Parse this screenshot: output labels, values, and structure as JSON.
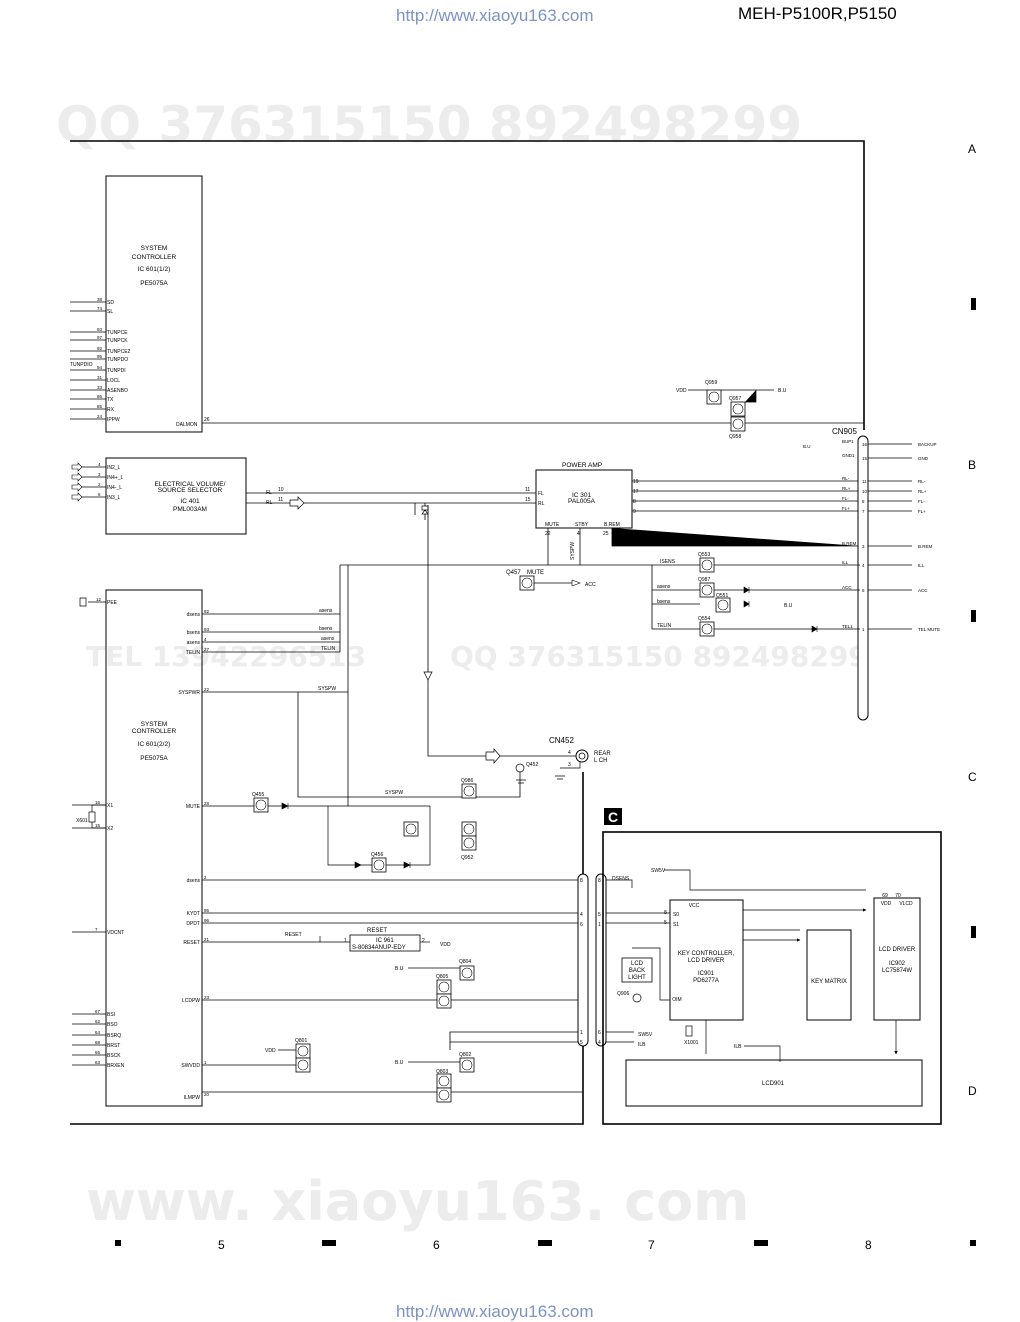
{
  "header": {
    "url_top": "http://www.xiaoyu163.com",
    "url_bottom": "http://www.xiaoyu163.com",
    "model": "MEH-P5100R,P5150"
  },
  "watermarks": {
    "qq": "QQ 376315150   892498299",
    "tel_mid": "TEL 13942296513",
    "qq_mid": "QQ 376315150  892498299",
    "web": "www. xiaoyu163. com"
  },
  "grid": {
    "letters": [
      "A",
      "B",
      "C",
      "D"
    ],
    "numbers": [
      "5",
      "6",
      "7",
      "8"
    ]
  },
  "ic601_1": {
    "l1": "SYSTEM",
    "l2": "CONTROLLER",
    "l3": "IC 601(1/2)",
    "l4": "PE5075A"
  },
  "ic601_1_pins": [
    {
      "n": "38",
      "s": "SD"
    },
    {
      "n": "74",
      "s": "SL"
    },
    {
      "n": "93",
      "s": "TUNPCE"
    },
    {
      "n": "97",
      "s": "TUNPCK"
    },
    {
      "n": "92",
      "s": "TUNPCE2"
    },
    {
      "n": "95",
      "s": "TUNPDO"
    },
    {
      "n": "94",
      "s": "TUNPDI"
    },
    {
      "n": "31",
      "s": "LOCL"
    },
    {
      "n": "33",
      "s": "ASENBO"
    },
    {
      "n": "86",
      "s": "TX"
    },
    {
      "n": "85",
      "s": "RX"
    },
    {
      "n": "24",
      "s": "IPPW"
    }
  ],
  "tunpdio": "TUNPDIO",
  "dalmon": {
    "pin": "26",
    "label": "DALMON"
  },
  "ic401": {
    "l1": "ELECTRICAL VOLUME/",
    "l2": "SOURCE SELECTOR",
    "l3": "IC 401",
    "l4": "PML003AM"
  },
  "ic401_pins": [
    {
      "n": "4",
      "s": "IN2_L"
    },
    {
      "n": "3",
      "s": "IN4+_L"
    },
    {
      "n": "2",
      "s": "IN4-_L"
    },
    {
      "n": "6",
      "s": "IN3_L"
    }
  ],
  "ic401_out": [
    {
      "n": "10",
      "s": "FL"
    },
    {
      "n": "11",
      "s": "RL"
    }
  ],
  "power_amp": {
    "title": "POWER AMP",
    "l1": "IC 301",
    "l2": "PAL005A",
    "fl": "FL",
    "rl": "RL",
    "in_fl": "11",
    "in_rl": "15",
    "mute": "MUTE",
    "stby": "STBY",
    "brem": "B.REM",
    "p22": "22",
    "p4": "4",
    "p25": "25"
  },
  "pa_out_pins": [
    "19",
    "17",
    "8",
    "9"
  ],
  "cn905": {
    "title": "CN905",
    "rows": [
      {
        "n": "16",
        "in": "BUP1",
        "out": "BACKUP"
      },
      {
        "n": "15",
        "in": "GND1",
        "out": "GND"
      },
      {
        "n": "11",
        "in": "RL-",
        "out": "RL-"
      },
      {
        "n": "10",
        "in": "RL+",
        "out": "RL+"
      },
      {
        "n": "8",
        "in": "FL-",
        "out": "FL-"
      },
      {
        "n": "7",
        "in": "FL+",
        "out": "FL+"
      },
      {
        "n": "3",
        "in": "B.REM",
        "out": "B.REM"
      },
      {
        "n": "4",
        "in": "ILL",
        "out": "ILL"
      },
      {
        "n": "5",
        "in": "ACC",
        "out": "ACC"
      },
      {
        "n": "1",
        "in": "TEL1",
        "out": "TEL MUTE"
      }
    ],
    "bu": "B.U"
  },
  "transistors": {
    "q959": "Q959",
    "q957": "Q957",
    "q958": "Q958",
    "q553": "Q553",
    "q987": "Q987",
    "q551": "Q551",
    "q554": "Q554",
    "q457": "Q457",
    "q452": "Q452",
    "q986": "Q986",
    "q455": "Q455",
    "q952": "Q952",
    "q456": "Q456",
    "q804": "Q804",
    "q805": "Q805",
    "q801": "Q801",
    "q802": "Q802",
    "q803": "Q803",
    "q906": "Q906"
  },
  "q457_mute": "MUTE",
  "nets": {
    "vdd": "VDD",
    "bu": "B.U",
    "acc_in": "ACC",
    "isens": "ISENS",
    "asens": "asens",
    "bsens": "bsens",
    "telin": "TELIN",
    "syspw": "SYSPW",
    "dsens": "DSENS",
    "sw5v": "SW5V",
    "ilb": "ILB",
    "reset": "RESET"
  },
  "ic601_2": {
    "l1": "SYSTEM",
    "l2": "CONTROLLER",
    "l3": "IC 601(2/2)",
    "l4": "PE5075A"
  },
  "ic601_2_pins": [
    {
      "n": "12",
      "s": "PEE"
    },
    {
      "n": "92",
      "s": "dsens"
    },
    {
      "n": "93",
      "s": "bsens"
    },
    {
      "n": "4",
      "s": "asens"
    },
    {
      "n": "27",
      "s": "TELIN"
    },
    {
      "n": "22",
      "s": "SYSPWR"
    },
    {
      "n": "28",
      "s": "MUTE"
    },
    {
      "n": "2",
      "s": "dsens"
    },
    {
      "n": "95",
      "s": "KYDT"
    },
    {
      "n": "96",
      "s": "DPDT"
    },
    {
      "n": "21",
      "s": "RESET"
    },
    {
      "n": "23",
      "s": "LCDPW"
    },
    {
      "n": "1",
      "s": "SWVDD"
    },
    {
      "n": "20",
      "s": "ILMPW"
    }
  ],
  "ic601_2_left": [
    {
      "n": "16",
      "s": "X1"
    },
    {
      "n": "15",
      "s": "X2"
    },
    {
      "n": "7",
      "s": "VDCNT"
    },
    {
      "n": "67",
      "s": "BSI"
    },
    {
      "n": "62",
      "s": "BSO"
    },
    {
      "n": "64",
      "s": "BSRQ"
    },
    {
      "n": "68",
      "s": "BRST"
    },
    {
      "n": "65",
      "s": "BSCK"
    },
    {
      "n": "63",
      "s": "BRXEN"
    }
  ],
  "x601": "X601",
  "cn452": {
    "title": "CN452",
    "l1": "REAR",
    "l2": "L CH",
    "p4": "4",
    "p3": "3"
  },
  "ic961": {
    "title": "RESET",
    "l1": "IC 961",
    "l2": "S-80834ANUP-EDY",
    "p1": "1",
    "p2": "2"
  },
  "board_c": "C",
  "ic901": {
    "l1": "KEY CONTROLLER,",
    "l2": "LCD DRIVER",
    "l3": "IC901",
    "l4": "PD6277A",
    "vcc": "VCC",
    "s0": "S0",
    "s1": "S1",
    "oim": "OIM"
  },
  "lcd_backlight": {
    "l1": "LCD",
    "l2": "BACK",
    "l3": "LIGHT"
  },
  "key_matrix": "KEY MATRIX",
  "ic902": {
    "l1": "LCD DRIVER",
    "l2": "IC902",
    "l3": "LC75874W",
    "vdd": "VDD",
    "vlcd": "VLCD",
    "p69": "69",
    "p70": "70"
  },
  "lcd901": "LCD901",
  "x1001": "X1001",
  "conn_pins": [
    "8",
    "4",
    "6",
    "1",
    "5"
  ]
}
